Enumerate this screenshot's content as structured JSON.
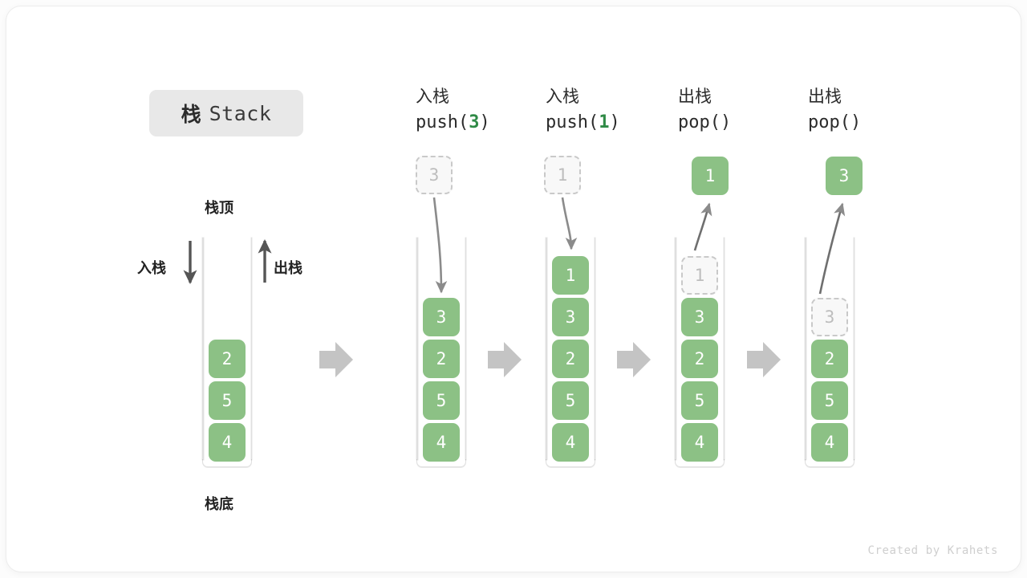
{
  "title": {
    "cn": "栈",
    "en": "Stack"
  },
  "labels": {
    "top": "栈顶",
    "bottom": "栈底",
    "push": "入栈",
    "pop": "出栈"
  },
  "colors": {
    "element_green": "#8cc185",
    "accent_green": "#2f8a46",
    "ghost_gray": "#bdbdbd",
    "arrow_gray": "#9a9a9a",
    "block_arrow_gray": "#c4c4c4",
    "badge_gray": "#e8e8e8",
    "text_dark": "#2b2b2b"
  },
  "columns": [
    {
      "id": "initial",
      "header_cn": "",
      "header_fn": "",
      "stack": [
        "2",
        "5",
        "4"
      ],
      "ghost_index": -1,
      "float_cell": null
    },
    {
      "id": "push-3",
      "header_cn": "入栈",
      "header_fn_prefix": "push(",
      "header_fn_num": "3",
      "header_fn_suffix": ")",
      "stack": [
        "3",
        "2",
        "5",
        "4"
      ],
      "ghost_index": -1,
      "incoming_ghost": "3",
      "float_cell": null
    },
    {
      "id": "push-1",
      "header_cn": "入栈",
      "header_fn_prefix": "push(",
      "header_fn_num": "1",
      "header_fn_suffix": ")",
      "stack": [
        "1",
        "3",
        "2",
        "5",
        "4"
      ],
      "ghost_index": -1,
      "incoming_ghost": "1",
      "float_cell": null
    },
    {
      "id": "pop-1",
      "header_cn": "出栈",
      "header_fn_prefix": "pop(",
      "header_fn_num": "",
      "header_fn_suffix": ")",
      "stack": [
        "1",
        "3",
        "2",
        "5",
        "4"
      ],
      "ghost_index": 0,
      "float_cell": "1"
    },
    {
      "id": "pop-3",
      "header_cn": "出栈",
      "header_fn_prefix": "pop(",
      "header_fn_num": "",
      "header_fn_suffix": ")",
      "stack": [
        "3",
        "2",
        "5",
        "4"
      ],
      "ghost_index": 0,
      "float_cell": "3"
    }
  ],
  "footer": "Created by Krahets"
}
